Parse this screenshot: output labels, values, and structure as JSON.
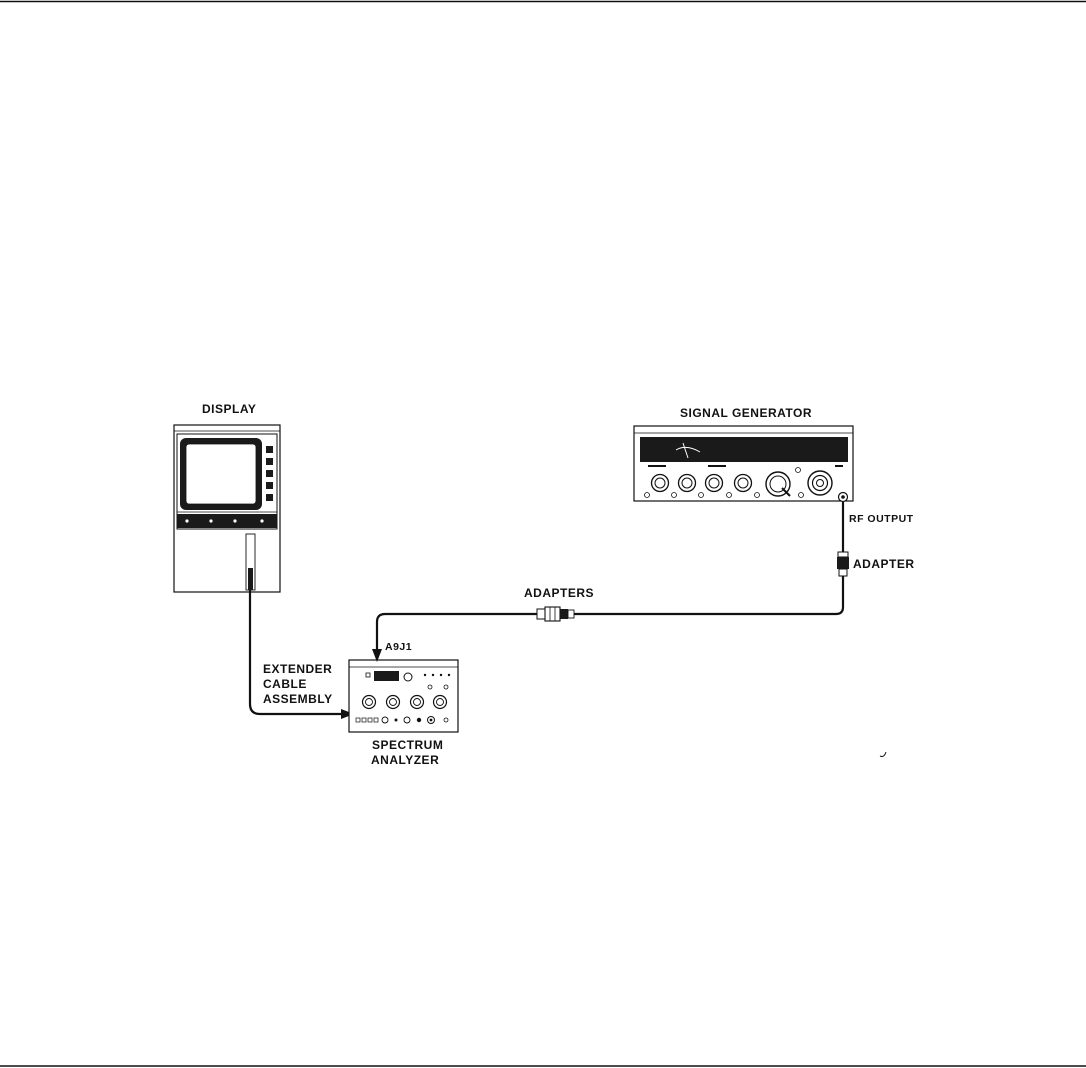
{
  "labels": {
    "display": "DISPLAY",
    "signal_generator": "SIGNAL GENERATOR",
    "rf_output": "RF OUTPUT",
    "adapter": "ADAPTER",
    "adapters": "ADAPTERS",
    "port": "A9J1",
    "extender_line1": "EXTENDER",
    "extender_line2": "CABLE",
    "extender_line3": "ASSEMBLY",
    "analyzer_line1": "SPECTRUM",
    "analyzer_line2": "ANALYZER"
  },
  "colors": {
    "ink": "#111111",
    "paper": "#ffffff",
    "screen": "#1a1a1a"
  }
}
